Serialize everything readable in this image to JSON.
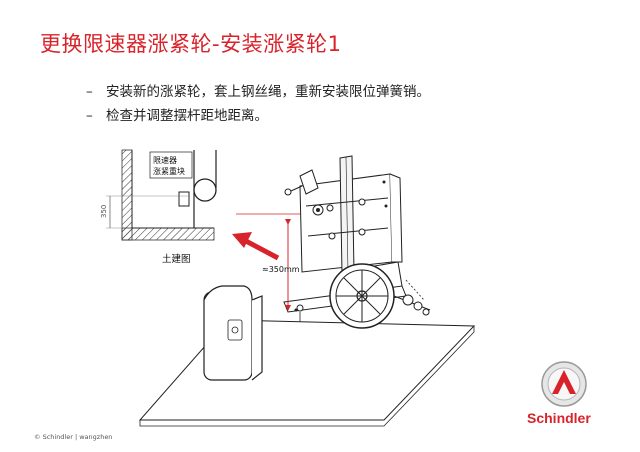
{
  "title": "更换限速器涨紧轮-安装涨紧轮1",
  "bullets": [
    {
      "dash": "–",
      "text": "安装新的涨紧轮，套上钢丝绳，重新安装限位弹簧销。"
    },
    {
      "dash": "–",
      "text": "检查并调整摆杆距地距离。"
    }
  ],
  "diagram": {
    "pit_label_line1": "限速器",
    "pit_label_line2": "涨紧重块",
    "dimension_350": "350",
    "civil_label": "土建图",
    "distance_label": "≈350mm"
  },
  "footer": "© Schindler | wangzhen",
  "logo": {
    "text": "Schindler"
  },
  "colors": {
    "accent": "#d8232a",
    "line": "#222222"
  }
}
